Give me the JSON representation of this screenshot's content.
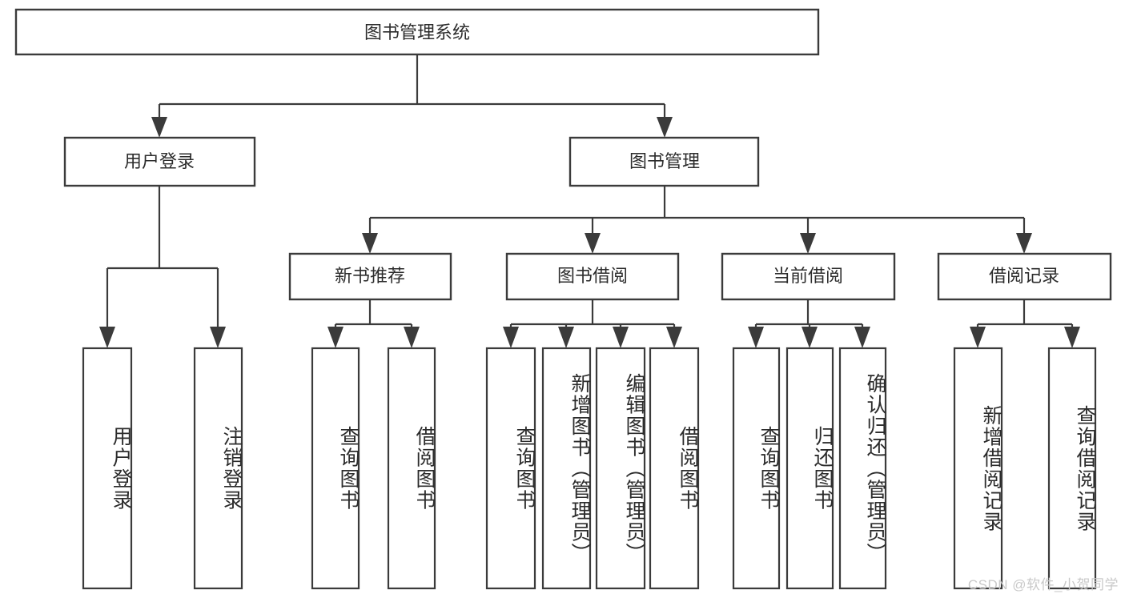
{
  "diagram": {
    "type": "tree",
    "title": "图书管理系统",
    "watermark": "CSDN @软件_小贺同学",
    "colors": {
      "stroke": "#3b3b3b",
      "fill": "#ffffff",
      "text": "#2c2c2c",
      "watermark": "#c9c9c9",
      "background": "#ffffff"
    },
    "levels": {
      "root": {
        "label": "图书管理系统"
      },
      "level2": [
        {
          "label": "用户登录"
        },
        {
          "label": "图书管理"
        }
      ],
      "level3": [
        {
          "label": "新书推荐"
        },
        {
          "label": "图书借阅"
        },
        {
          "label": "当前借阅"
        },
        {
          "label": "借阅记录"
        }
      ]
    },
    "leaves": {
      "user_login": [
        {
          "label": "用户登录"
        },
        {
          "label": "注销登录"
        }
      ],
      "new_book_recommend": [
        {
          "label": "查询图书"
        },
        {
          "label": "借阅图书"
        }
      ],
      "book_borrow": [
        {
          "label": "查询图书"
        },
        {
          "label": "新增图书（管理员）"
        },
        {
          "label": "编辑图书（管理员）"
        },
        {
          "label": "借阅图书"
        }
      ],
      "current_borrow": [
        {
          "label": "查询图书"
        },
        {
          "label": "归还图书"
        },
        {
          "label": "确认归还（管理员）"
        }
      ],
      "borrow_record": [
        {
          "label": "新增借阅记录"
        },
        {
          "label": "查询借阅记录"
        }
      ]
    }
  }
}
